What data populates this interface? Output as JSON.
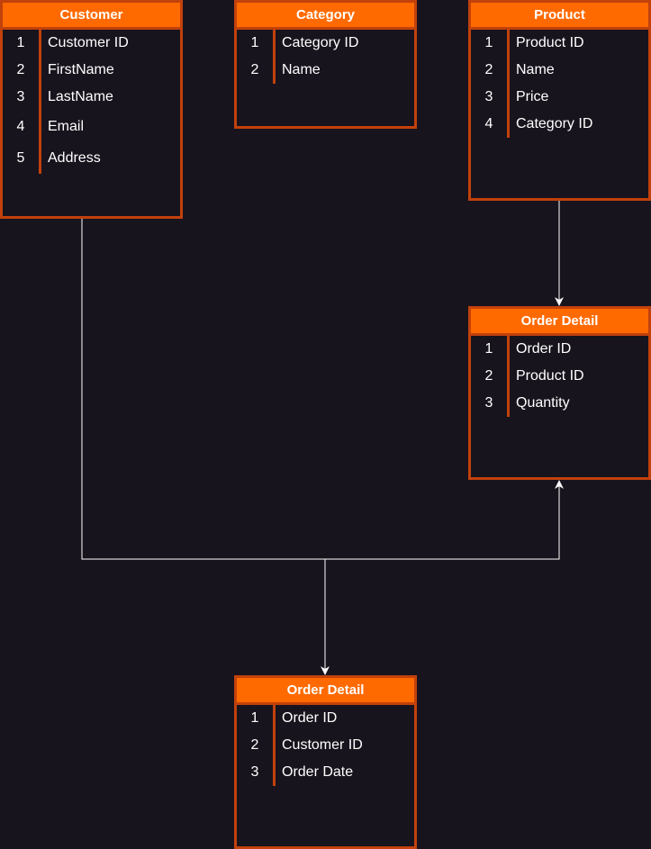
{
  "entities": {
    "customer": {
      "title": "Customer",
      "fields": [
        {
          "num": "1",
          "name": "Customer ID"
        },
        {
          "num": "2",
          "name": "FirstName"
        },
        {
          "num": "3",
          "name": "LastName"
        },
        {
          "num": "4",
          "name": "Email"
        },
        {
          "num": "5",
          "name": "Address"
        }
      ]
    },
    "category": {
      "title": "Category",
      "fields": [
        {
          "num": "1",
          "name": "Category ID"
        },
        {
          "num": "2",
          "name": "Name"
        }
      ]
    },
    "product": {
      "title": "Product",
      "fields": [
        {
          "num": "1",
          "name": "Product ID"
        },
        {
          "num": "2",
          "name": "Name"
        },
        {
          "num": "3",
          "name": "Price"
        },
        {
          "num": "4",
          "name": "Category ID"
        }
      ]
    },
    "order_detail_product": {
      "title": "Order Detail",
      "fields": [
        {
          "num": "1",
          "name": "Order ID"
        },
        {
          "num": "2",
          "name": "Product ID"
        },
        {
          "num": "3",
          "name": "Quantity"
        }
      ]
    },
    "order_detail_customer": {
      "title": "Order Detail",
      "fields": [
        {
          "num": "1",
          "name": "Order ID"
        },
        {
          "num": "2",
          "name": "Customer ID"
        },
        {
          "num": "3",
          "name": "Order Date"
        }
      ]
    }
  },
  "colors": {
    "background": "#18141d",
    "header_fill": "#ff6a00",
    "border": "#c2410c",
    "text": "#ffffff",
    "connector": "#ffffff"
  }
}
